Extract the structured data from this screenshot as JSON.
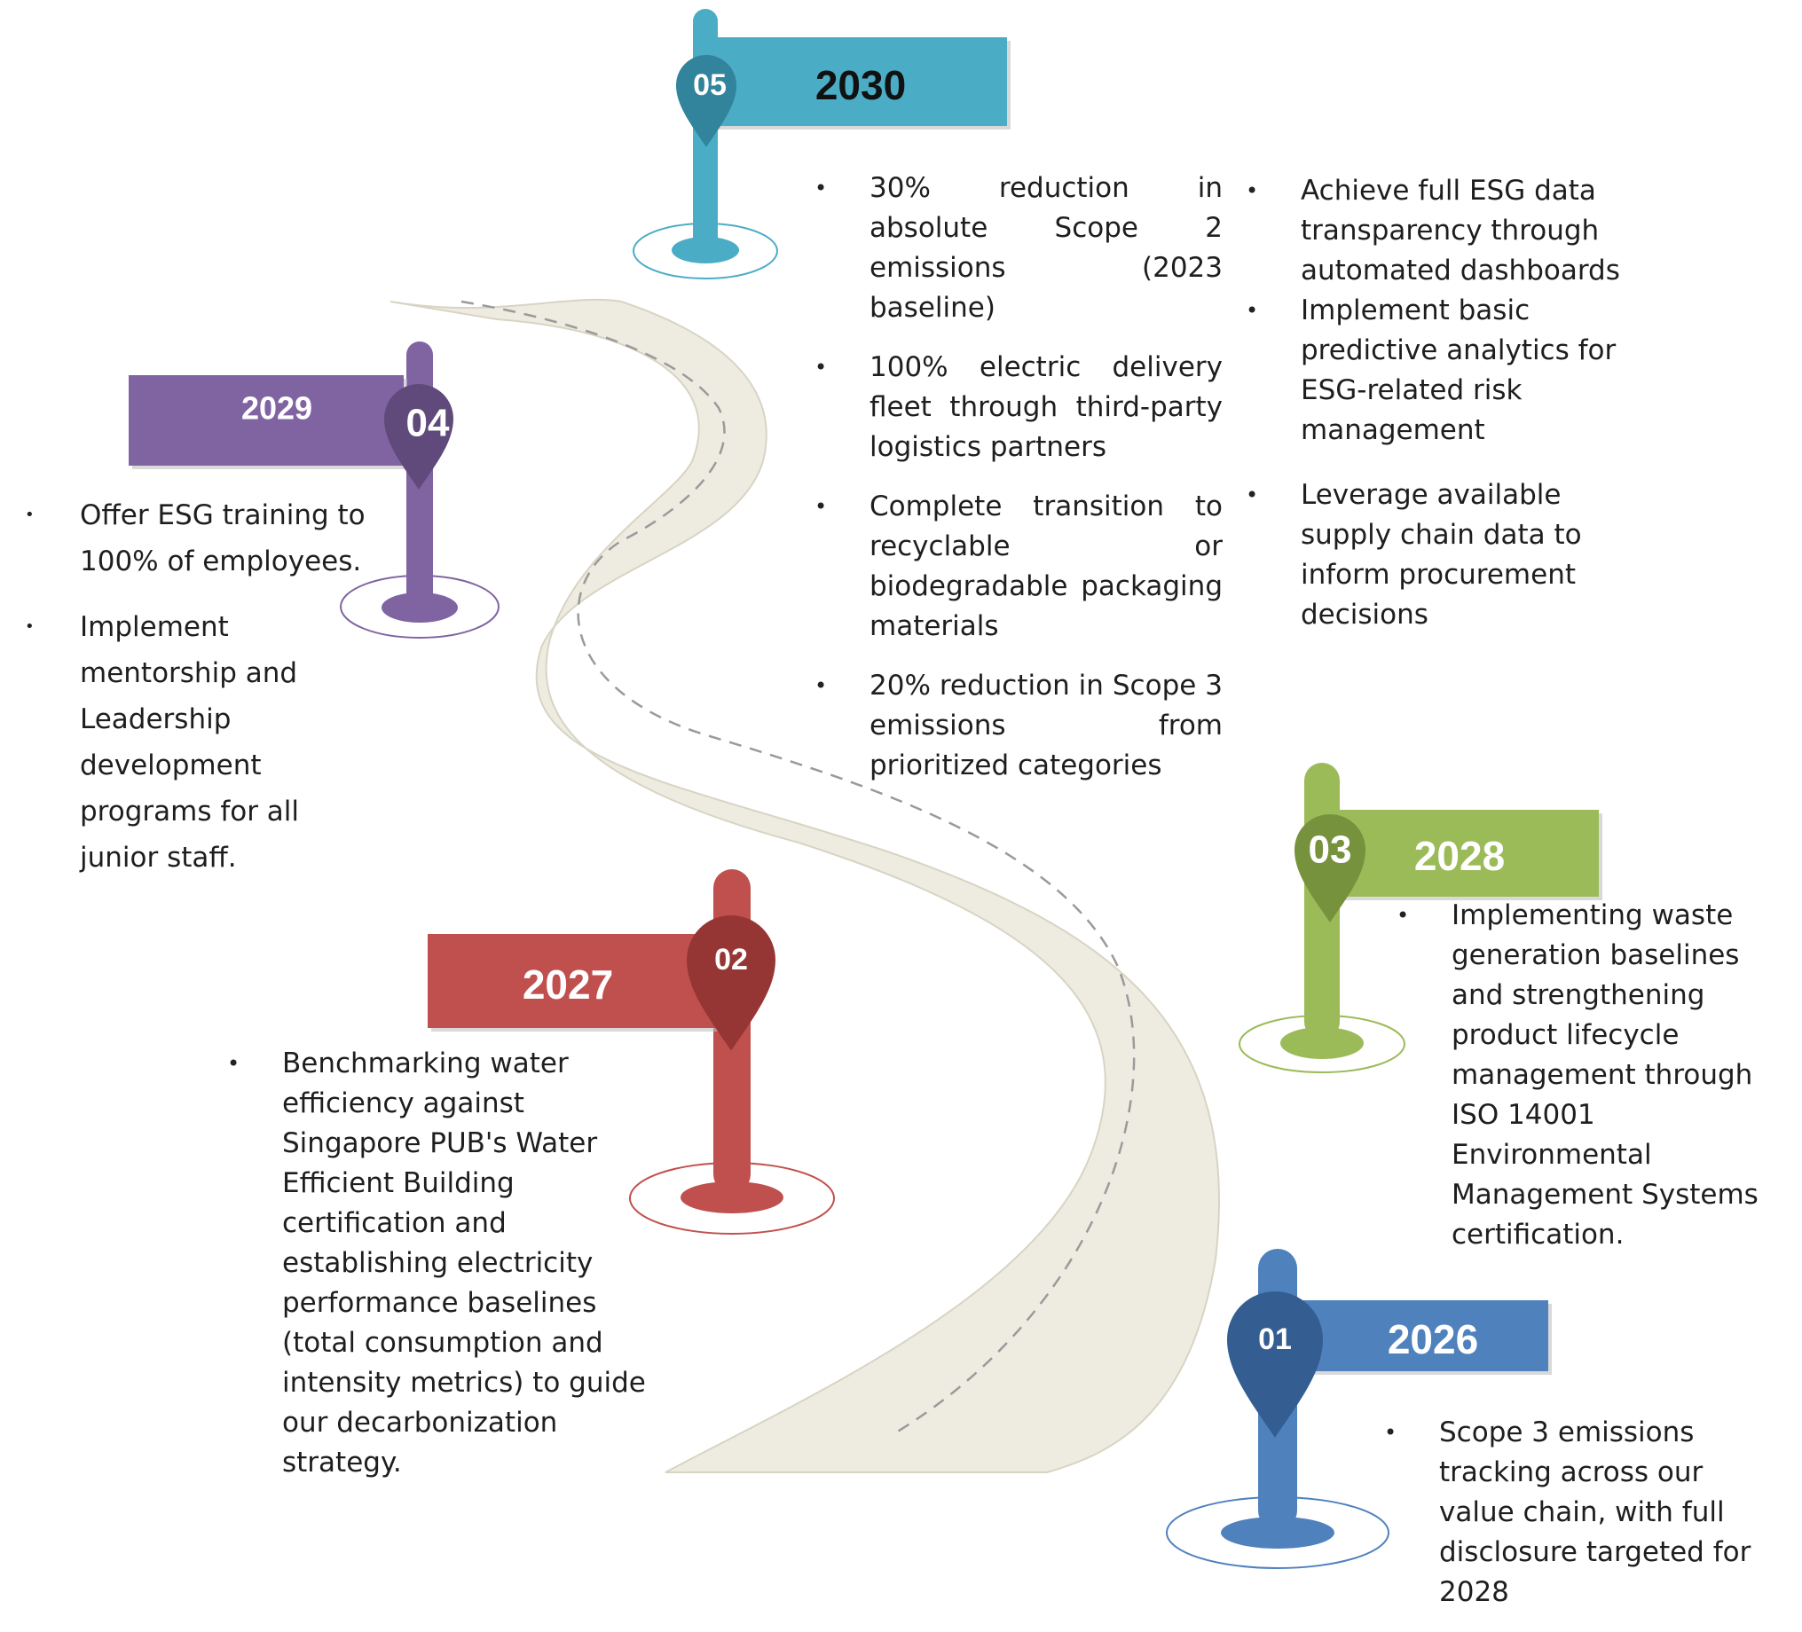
{
  "milestones": [
    {
      "number": "01",
      "year": "2026",
      "color": "#4f81bd",
      "pin_color": "#345e91",
      "items": [
        "Scope 3 emissions tracking across our value chain, with full disclosure targeted for 2028"
      ]
    },
    {
      "number": "02",
      "year": "2027",
      "color": "#c0504d",
      "pin_color": "#963634",
      "items": [
        "Benchmarking water efficiency against Singapore PUB's Water Efficient Building certification and establishing electricity performance baselines (total consumption and intensity metrics) to guide our decarbonization strategy."
      ]
    },
    {
      "number": "03",
      "year": "2028",
      "color": "#9bbb59",
      "pin_color": "#76923c",
      "items": [
        "Implementing waste generation baselines and strengthening product lifecycle management through ISO 14001 Environmental Management Systems certification."
      ]
    },
    {
      "number": "04",
      "year": "2029",
      "color": "#8064a2",
      "pin_color": "#5f4a7b",
      "items": [
        "Offer ESG training to 100% of employees.",
        "Implement mentorship and Leadership development programs for all junior staff."
      ]
    },
    {
      "number": "05",
      "year": "2030",
      "color": "#4bacc6",
      "pin_color": "#31849b",
      "items": [
        "30% reduction in absolute Scope 2 emissions (2023 baseline)",
        "100% electric delivery fleet through third-party logistics partners",
        "Complete transition to recyclable or biodegradable packaging materials",
        "20% reduction in Scope 3 emissions from prioritized categories"
      ],
      "items_b": [
        "Achieve full ESG data transparency through automated dashboards",
        "Implement basic predictive analytics for ESG-related risk management",
        "Leverage available supply chain data to inform procurement decisions"
      ]
    }
  ],
  "road": {
    "fill": "#eeece1",
    "edge": "#d8d4c4",
    "dash": "#9a9a9a"
  }
}
